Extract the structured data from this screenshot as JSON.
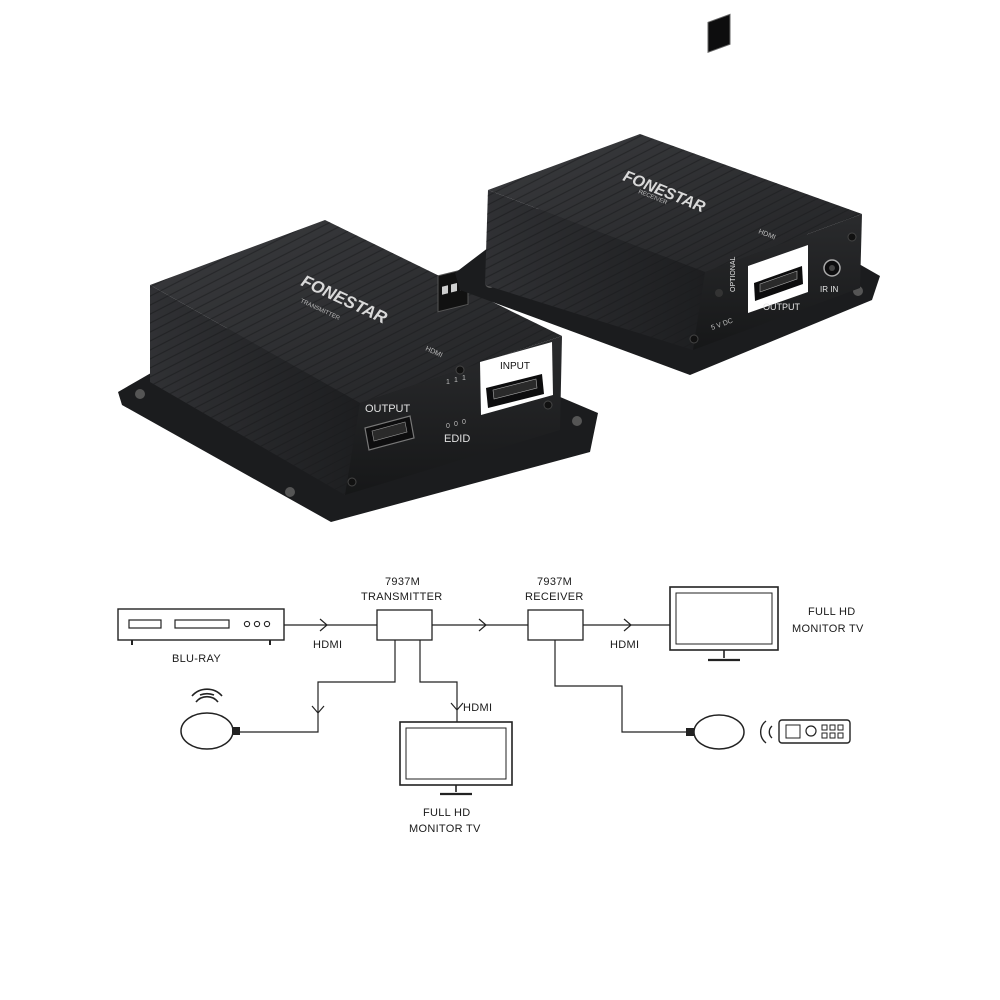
{
  "product": {
    "transmitter": {
      "brand": "FONESTAR",
      "model_tag": "TRANSMITTER",
      "hdmi_tag": "HDMI",
      "output_label": "OUTPUT",
      "input_label": "INPUT",
      "edid_label": "EDID",
      "dip_top": [
        "1",
        "1",
        "1"
      ],
      "dip_bottom": [
        "0",
        "0",
        "0"
      ]
    },
    "receiver": {
      "brand": "FONESTAR",
      "model_tag": "RECEIVER",
      "hdmi_tag": "HDMI",
      "optional_label": "OPTIONAL",
      "power_label": "5 V DC",
      "output_label": "OUTPUT",
      "ir_label": "IR IN"
    }
  },
  "diagram": {
    "source_label": "BLU-RAY",
    "transmitter_model": "7937M",
    "transmitter_label": "TRANSMITTER",
    "receiver_model": "7937M",
    "receiver_label": "RECEIVER",
    "hdmi_source": "HDMI",
    "hdmi_local": "HDMI",
    "hdmi_remote": "HDMI",
    "remote_monitor_line1": "FULL HD",
    "remote_monitor_line2": "MONITOR TV",
    "local_monitor_line1": "FULL HD",
    "local_monitor_line2": "MONITOR TV"
  },
  "colors": {
    "device_body": "#2b2c2e",
    "device_shadow": "#1a1b1c",
    "port_panel": "#ffffff",
    "line": "#222222"
  }
}
